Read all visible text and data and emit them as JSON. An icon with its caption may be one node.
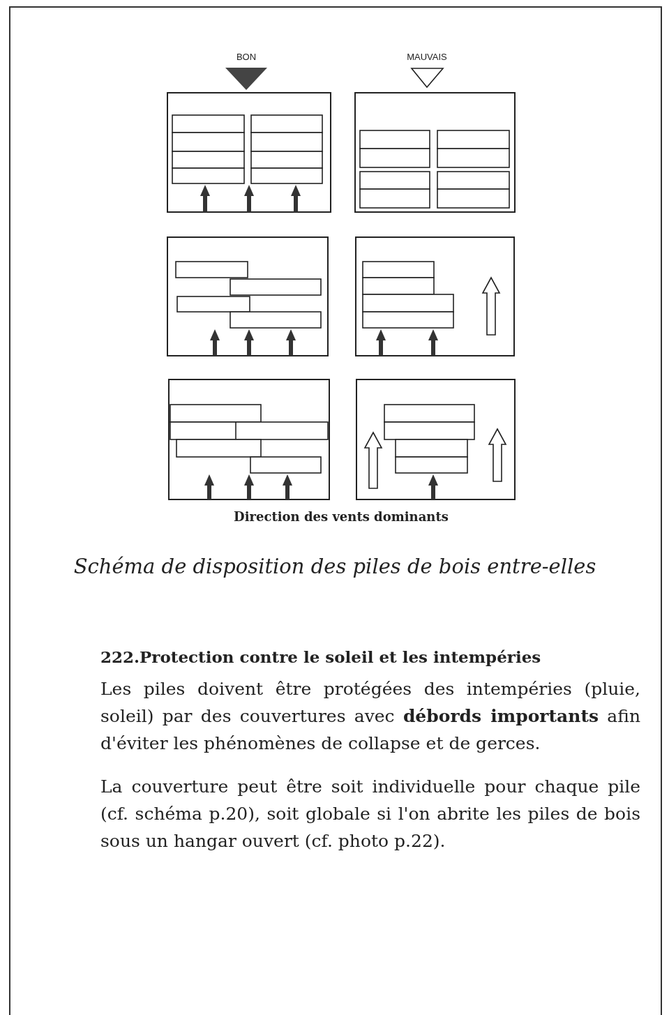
{
  "diagram": {
    "caption": "Schéma de disposition des piles de bois entre-elles",
    "labels": [
      "BON",
      "MAUVAIS",
      "Direction des vents dominants",
      "222.Protection contre le soleil et les intempéries",
      "Les piles doivent être protégées des intempéries (pluie, soleil) par des couvertures avec **débords importants** afin d'éviter les phénomènes de collapse et de gerces.",
      "La couverture peut être soit individuelle pour chaque pile (cf. schéma p.20), soit globale si l'on abrite les piles de bois sous un hangar ouvert (cf. photo p.22)."
    ]
  }
}
